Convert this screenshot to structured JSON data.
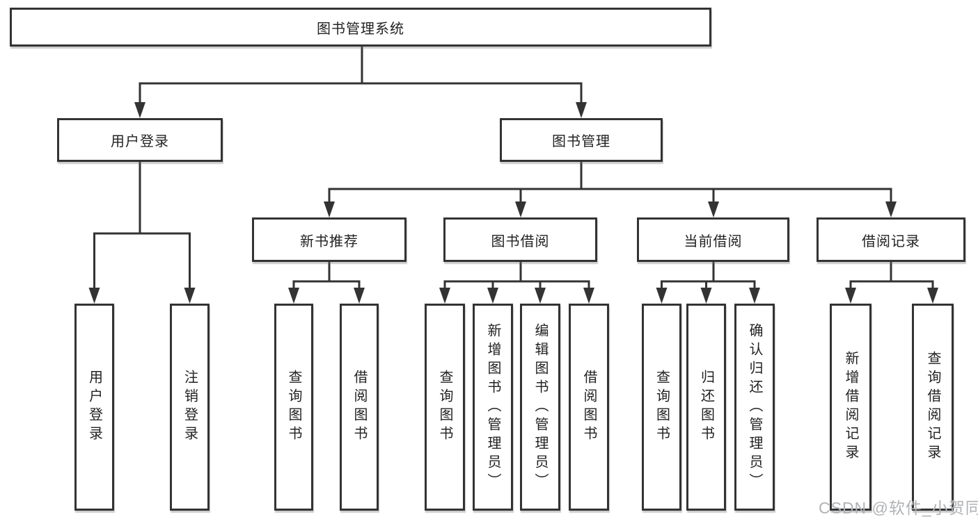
{
  "diagram": {
    "root": {
      "label": "图书管理系统"
    },
    "level2": {
      "user_login": {
        "label": "用户登录"
      },
      "book_mgmt": {
        "label": "图书管理"
      }
    },
    "level3": {
      "new_books": {
        "label": "新书推荐"
      },
      "borrowing": {
        "label": "图书借阅"
      },
      "current": {
        "label": "当前借阅"
      },
      "records": {
        "label": "借阅记录"
      }
    },
    "leaves": {
      "login": {
        "label": "用户登录"
      },
      "logout": {
        "label": "注销登录"
      },
      "nb_query": {
        "label": "查询图书"
      },
      "nb_borrow": {
        "label": "借阅图书"
      },
      "bw_query": {
        "label": "查询图书"
      },
      "bw_add": {
        "label": "新增图书（管理员）"
      },
      "bw_edit": {
        "label": "编辑图书（管理员）"
      },
      "bw_borrow": {
        "label": "借阅图书"
      },
      "cb_query": {
        "label": "查询图书"
      },
      "cb_return": {
        "label": "归还图书"
      },
      "cb_confirm": {
        "label": "确认归还（管理员）"
      },
      "rc_add": {
        "label": "新增借阅记录"
      },
      "rc_query": {
        "label": "查询借阅记录"
      }
    },
    "watermark": "CSDN @软件_小贺同学",
    "colors": {
      "line": "#333333",
      "text": "#222222",
      "watermark": "#b0b2b5",
      "background": "#ffffff"
    }
  }
}
